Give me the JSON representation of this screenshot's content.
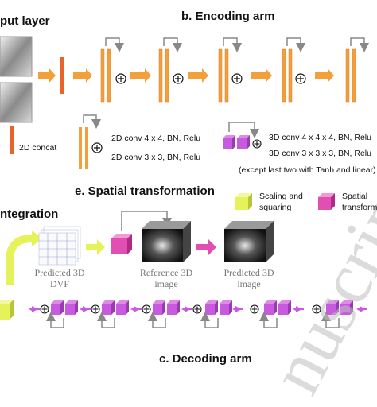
{
  "titles": {
    "input_layer": "put layer",
    "encoding_arm": "b. Encoding arm",
    "spatial_transformation": "e. Spatial transformation",
    "integration": "ntegration",
    "decoding_arm": "c. Decoding arm"
  },
  "legend": {
    "concat_2d": "2D concat",
    "conv2d_4": "2D conv 4 x 4, BN, Relu",
    "conv2d_3": "2D conv 3 x 3, BN, Relu",
    "conv3d_4": "3D conv 4 x 4 x 4, BN, Relu",
    "conv3d_3": "3D conv 3 x 3 x 3, BN, Relu",
    "exception_note": "(except last two with Tanh and linear)",
    "scaling_squaring": "Scaling and squaring",
    "spatial_transform": "Spatial transform"
  },
  "labels": {
    "predicted_dvf_line1": "Predicted 3D",
    "predicted_dvf_line2": "DVF",
    "reference_line1": "Reference 3D",
    "reference_line2": "image",
    "predicted_img_line1": "Predicted 3D",
    "predicted_img_line2": "image"
  },
  "watermark": "nuscrip",
  "colors": {
    "orange": "#f4a03a",
    "orange_dark": "#e07a2a",
    "concat_red": "#e8642a",
    "lime": "#e6f25a",
    "magenta": "#e24fb2",
    "purple": "#c85ae0",
    "gray_arrow": "#888888"
  }
}
